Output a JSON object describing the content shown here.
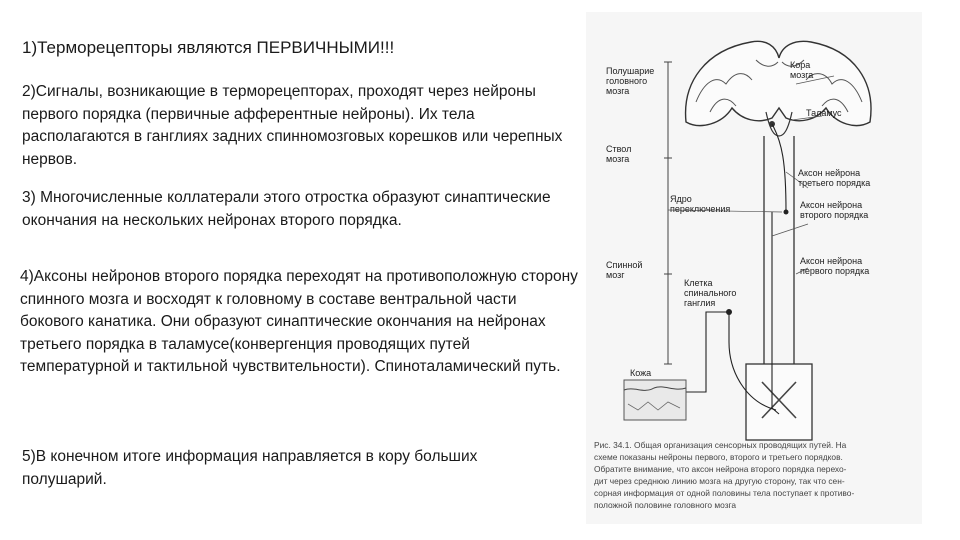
{
  "text": {
    "p1": "1)Терморецепторы являются ПЕРВИЧНЫМИ!!!",
    "p2": "2)Сигналы, возникающие в терморецепторах, проходят через нейроны первого порядка (первичные афферентные нейроны). Их тела располагаются в ганглиях задних спинномозговых корешков или черепных нервов.",
    "p3": "3) Многочисленные коллатерали этого отростка образуют синаптические окончания на нескольких нейронах второго порядка.",
    "p4": "4)Аксоны нейронов второго порядка переходят на противоположную сторону спинного мозга и восходят к головному в составе вентральной части бокового канатика. Они образуют синаптические окончания на нейронах третьего порядка в таламусе(конвергенция проводящих путей температурной и тактильной чувствительности). Спиноталамический путь.",
    "p5": "5)В конечном итоге информация направляется в кору больших полушарий."
  },
  "figure": {
    "labels": {
      "hemisphere_1": "Полушарие",
      "hemisphere_2": "головного",
      "hemisphere_3": "мозга",
      "cortex_1": "Кора",
      "cortex_2": "мозга",
      "thalamus": "Таламус",
      "brainstem_1": "Ствол",
      "brainstem_2": "мозга",
      "axon3_1": "Аксон нейрона",
      "axon3_2": "третьего порядка",
      "relay_1": "Ядро",
      "relay_2": "переключения",
      "axon2_1": "Аксон нейрона",
      "axon2_2": "второго порядка",
      "spinal_1": "Спинной",
      "spinal_2": "мозг",
      "axon1_1": "Аксон нейрона",
      "axon1_2": "первого порядка",
      "ganglion_1": "Клетка",
      "ganglion_2": "спинального",
      "ganglion_3": "ганглия",
      "skin": "Кожа"
    },
    "caption": [
      "Рис. 34.1. Общая организация сенсорных проводящих путей. На",
      "схеме показаны нейроны первого, второго и третьего порядков.",
      "Обратите внимание, что аксон нейрона второго порядка перехо-",
      "дит через среднюю линию мозга на другую сторону, так что сен-",
      "сорная информация от одной половины тела поступает к противо-",
      "положной половине головного мозга"
    ]
  }
}
